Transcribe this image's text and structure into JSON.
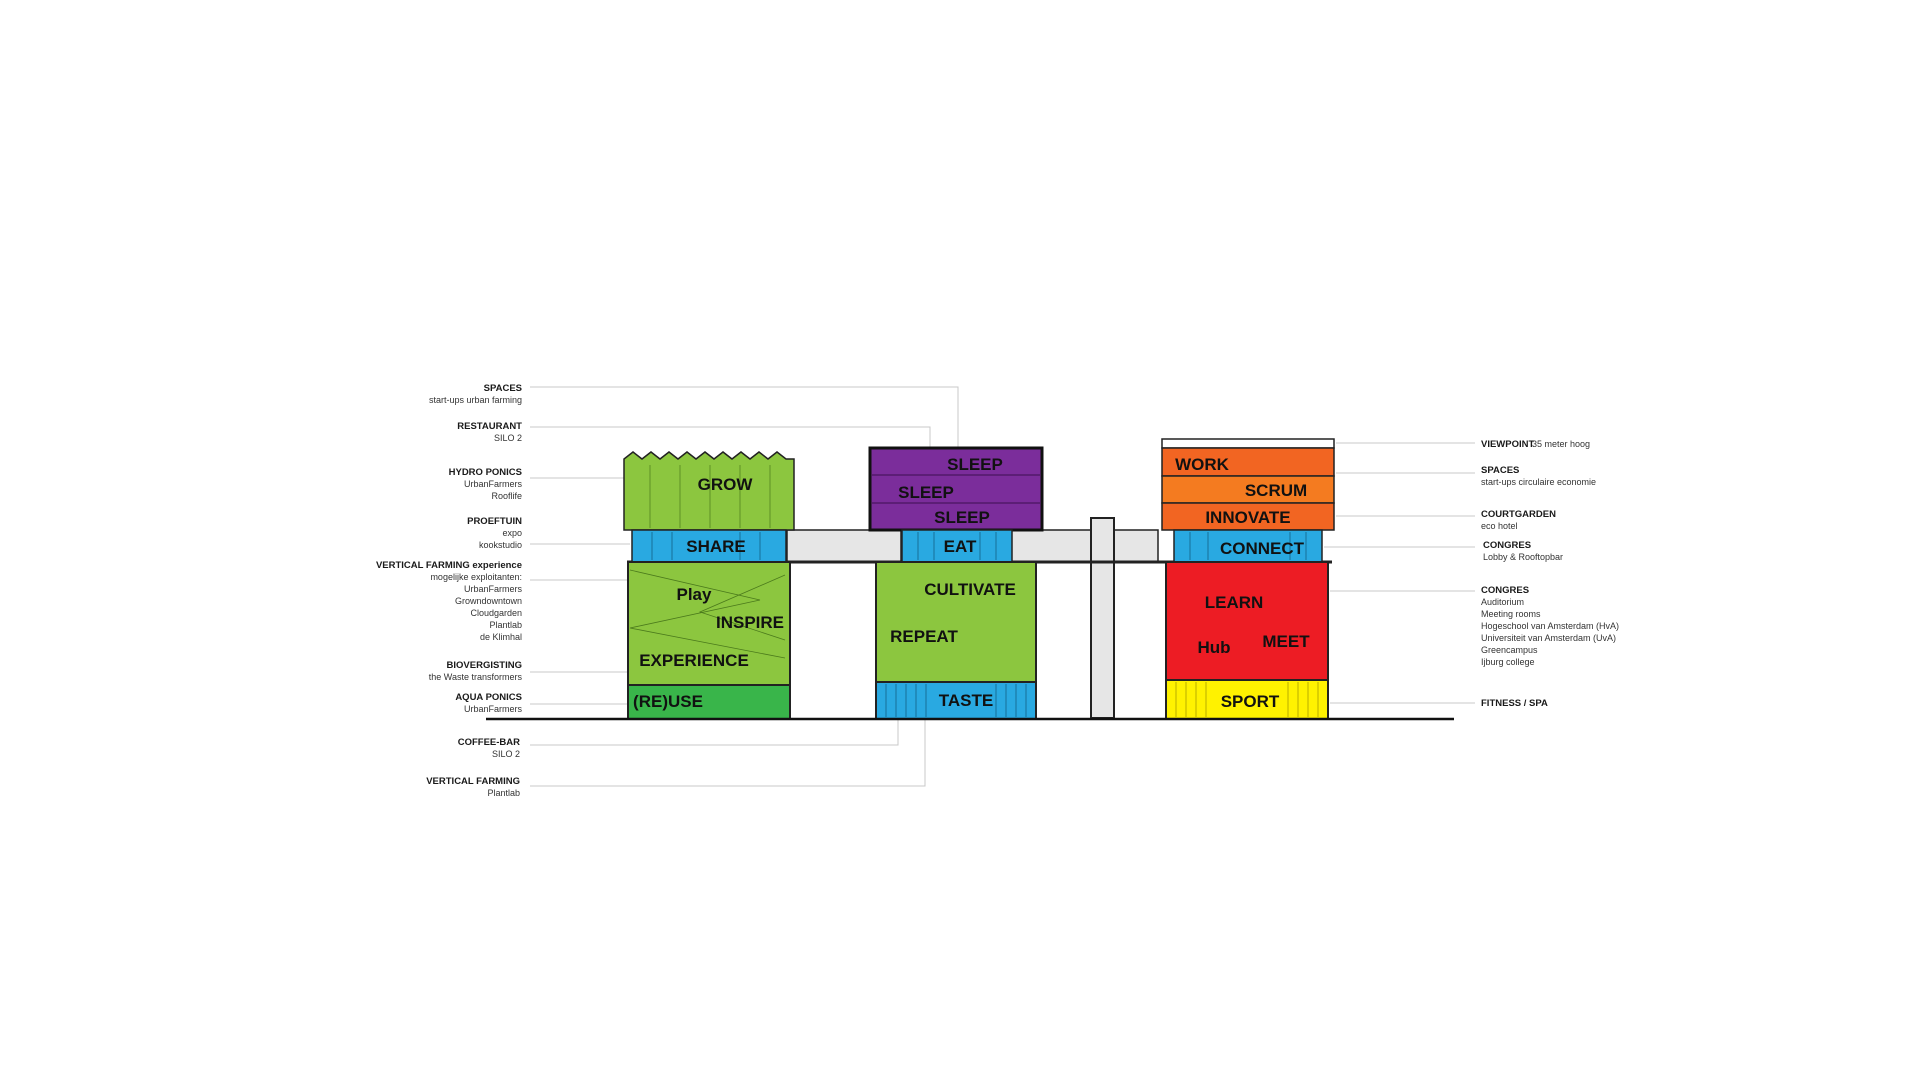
{
  "colors": {
    "grow_green": "#8cc63f",
    "reuse_green": "#39b54a",
    "share_blue": "#29a9e1",
    "sleep_purple": "#7b2d9b",
    "orange_top": "#f26522",
    "orange_mid": "#f47b20",
    "red": "#ed1c24",
    "yellow": "#fff200",
    "bridge_grey": "#e6e6e6"
  },
  "left_labels": [
    {
      "title": "SPACES",
      "sub": [
        "start-ups urban farming"
      ]
    },
    {
      "title": "RESTAURANT",
      "sub": [
        "SILO 2"
      ]
    },
    {
      "title": "HYDRO PONICS",
      "sub": [
        "UrbanFarmers",
        "Rooflife"
      ]
    },
    {
      "title": "PROEFTUIN",
      "sub": [
        "expo",
        "kookstudio"
      ]
    },
    {
      "title": "VERTICAL FARMING experience",
      "sub": [
        "mogelijke exploitanten:",
        "UrbanFarmers",
        "Growndowntown",
        "Cloudgarden",
        "Plantlab",
        "de Klimhal"
      ]
    },
    {
      "title": "BIOVERGISTING",
      "sub": [
        "the Waste transformers"
      ]
    },
    {
      "title": "AQUA PONICS",
      "sub": [
        "UrbanFarmers"
      ]
    },
    {
      "title": "COFFEE-BAR",
      "sub": [
        "SILO 2"
      ]
    },
    {
      "title": "VERTICAL FARMING",
      "sub": [
        "Plantlab"
      ]
    }
  ],
  "right_labels": [
    {
      "title": "VIEWPOINT",
      "inline": "35 meter hoog",
      "sub": []
    },
    {
      "title": "SPACES",
      "sub": [
        "start-ups circulaire economie"
      ]
    },
    {
      "title": "COURTGARDEN",
      "sub": [
        "eco hotel"
      ]
    },
    {
      "title": "CONGRES",
      "sub": [
        "Lobby & Rooftopbar"
      ]
    },
    {
      "title": "CONGRES",
      "sub": [
        "Auditorium",
        "Meeting rooms",
        "Hogeschool van Amsterdam (HvA)",
        "Universiteit van Amsterdam (UvA)",
        "Greencampus",
        "Ijburg college"
      ]
    },
    {
      "title": "FITNESS / SPA",
      "sub": []
    }
  ],
  "blocks": {
    "grow": "GROW",
    "share": "SHARE",
    "play": "Play",
    "inspire": "INSPIRE",
    "experience": "EXPERIENCE",
    "reuse": "(RE)USE",
    "sleep1": "SLEEP",
    "sleep2": "SLEEP",
    "sleep3": "SLEEP",
    "eat": "EAT",
    "cultivate": "CULTIVATE",
    "repeat": "REPEAT",
    "taste": "TASTE",
    "work": "WORK",
    "scrum": "SCRUM",
    "innovate": "INNOVATE",
    "connect": "CONNECT",
    "learn": "LEARN",
    "hub": "Hub",
    "meet": "MEET",
    "sport": "SPORT"
  }
}
